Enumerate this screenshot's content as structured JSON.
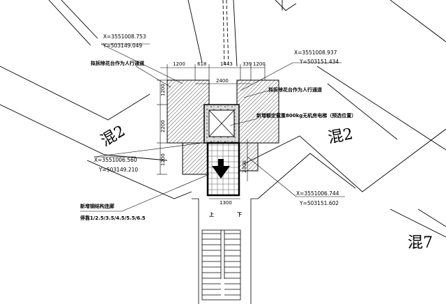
{
  "coordinates": {
    "top_left": {
      "x": "X=3551008.753",
      "y": "Y=503149.049"
    },
    "top_right": {
      "x": "X=3551008.937",
      "y": "Y=503151.434"
    },
    "mid_left": {
      "x": "X=3551006.560",
      "y": "Y=503149.210"
    },
    "bottom_right": {
      "x": "X=3551006.744",
      "y": "Y=503151.602"
    }
  },
  "labels": {
    "demolish_left": "拟拆除花台作为人行通道",
    "demolish_right": "拟拆除花台作为人行通道",
    "elevator": "新增额定载重800kg无机房电梯（预选位置）",
    "corridor": "新增钢结构连廊",
    "stop_floors": "停靠1/2.5/3.5/4.5/5.5/6.5",
    "stair_up": "上",
    "stair_down": "下"
  },
  "dimensions": {
    "d1200_left": "1200",
    "d618": "618",
    "d1443": "1443",
    "d339": "339",
    "d1200_right": "1200",
    "d2400": "2400",
    "v1200_top": "1200",
    "v2200": "2200",
    "v1200_bottom": "1200",
    "v2300": "2300",
    "d1300": "1300"
  },
  "zones": {
    "left": "混2",
    "right": "混2",
    "bottom_right": "混7"
  }
}
